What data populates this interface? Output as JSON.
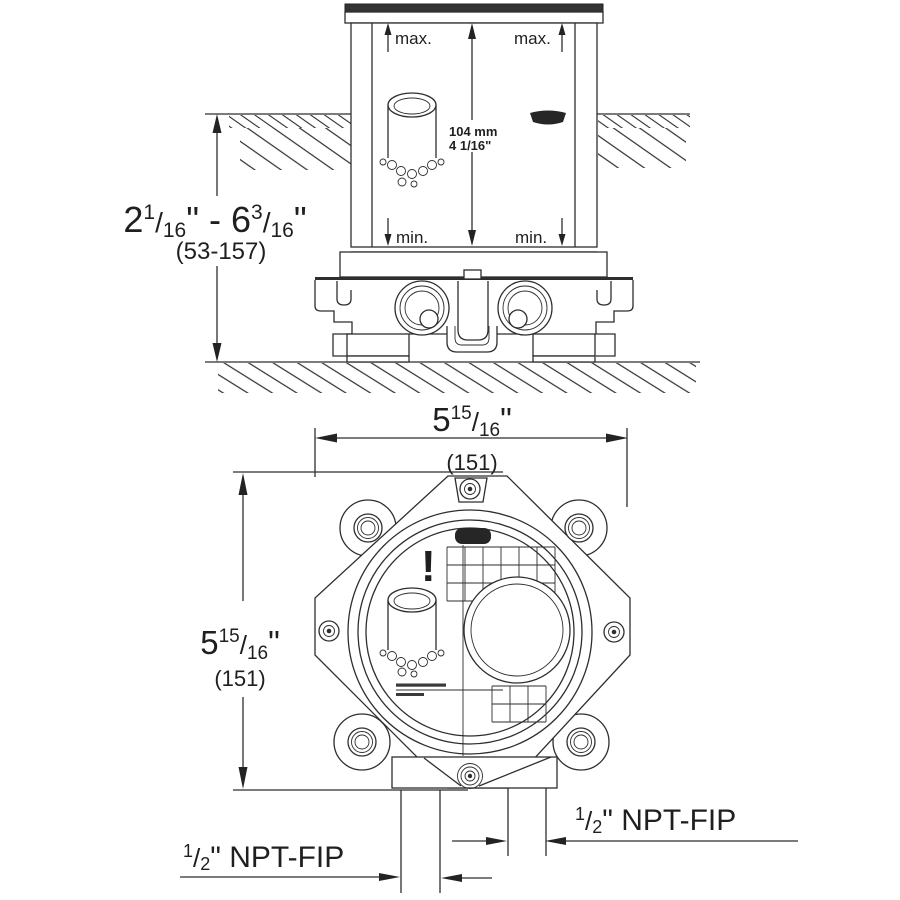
{
  "drawing_title": "rough-in valve installation diagram",
  "glyphs": {
    "slash": "/"
  },
  "top_figure": {
    "max_left": "max.",
    "max_right": "max.",
    "min_left": "min.",
    "min_right": "min.",
    "center_height": {
      "line1": "104 mm",
      "line2": "4 1/16\""
    },
    "depth_range": {
      "whole1": "2",
      "num1": "1",
      "den1": "16",
      "joiner": "\" - ",
      "whole2": "6",
      "num2": "3",
      "den2": "16",
      "unit": "\"",
      "metric": "(53-157)"
    }
  },
  "bottom_figure": {
    "width_dim": {
      "whole": "5",
      "num": "15",
      "den": "16",
      "unit": "\"",
      "metric": "(151)"
    },
    "height_dim": {
      "whole": "5",
      "num": "15",
      "den": "16",
      "unit": "\"",
      "metric": "(151)"
    },
    "warning_mark": "!",
    "port_left_label": {
      "num": "1",
      "den": "2",
      "rest": "\" NPT-FIP"
    },
    "port_right_label": {
      "num": "1",
      "den": "2",
      "rest": "\" NPT-FIP"
    }
  }
}
